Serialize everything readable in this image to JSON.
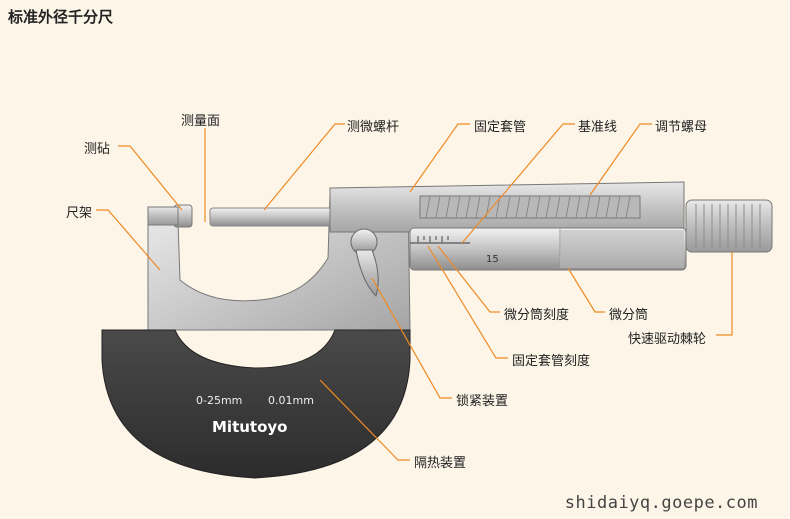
{
  "title": "标准外径千分尺",
  "labels": {
    "anvil": "测砧",
    "measuring_face": "测量面",
    "frame": "尺架",
    "spindle": "测微螺杆",
    "sleeve": "固定套管",
    "index_line": "基准线",
    "adjusting_nut": "调节螺母",
    "thimble_scale": "微分筒刻度",
    "thimble": "微分筒",
    "ratchet": "快速驱动棘轮",
    "sleeve_scale": "固定套管刻度",
    "lock": "锁紧装置",
    "insulator": "隔热装置"
  },
  "frame_text": {
    "range": "0-25mm",
    "resolution": "0.01mm",
    "brand": "Mitutoyo"
  },
  "thimble_number": "15",
  "watermark": "shidaiyq.goepe.com",
  "colors": {
    "background": "#fdf6e8",
    "leader": "#f08a24",
    "frame_dark": "#3a3a3a",
    "metal": "#c9c9c9"
  }
}
